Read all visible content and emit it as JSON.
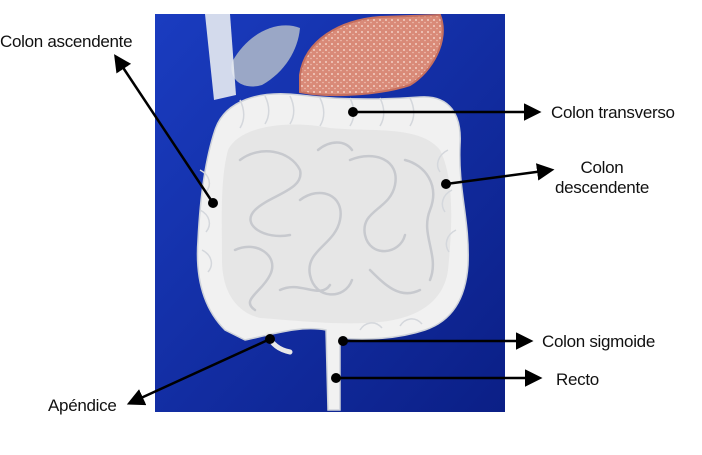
{
  "labels": {
    "colon_ascendente": "Colon ascendente",
    "colon_transverso": "Colon transverso",
    "colon_descendente_1": "Colon",
    "colon_descendente_2": "descendente",
    "colon_sigmoide": "Colon sigmoide",
    "recto": "Recto",
    "apendice": "Apéndice"
  },
  "colors": {
    "background_panel": "#1633a8",
    "panel_dark": "#0c1f7a",
    "intestine": "#f2f2f2",
    "stomach": "#d9897a",
    "arrow": "#000000"
  }
}
